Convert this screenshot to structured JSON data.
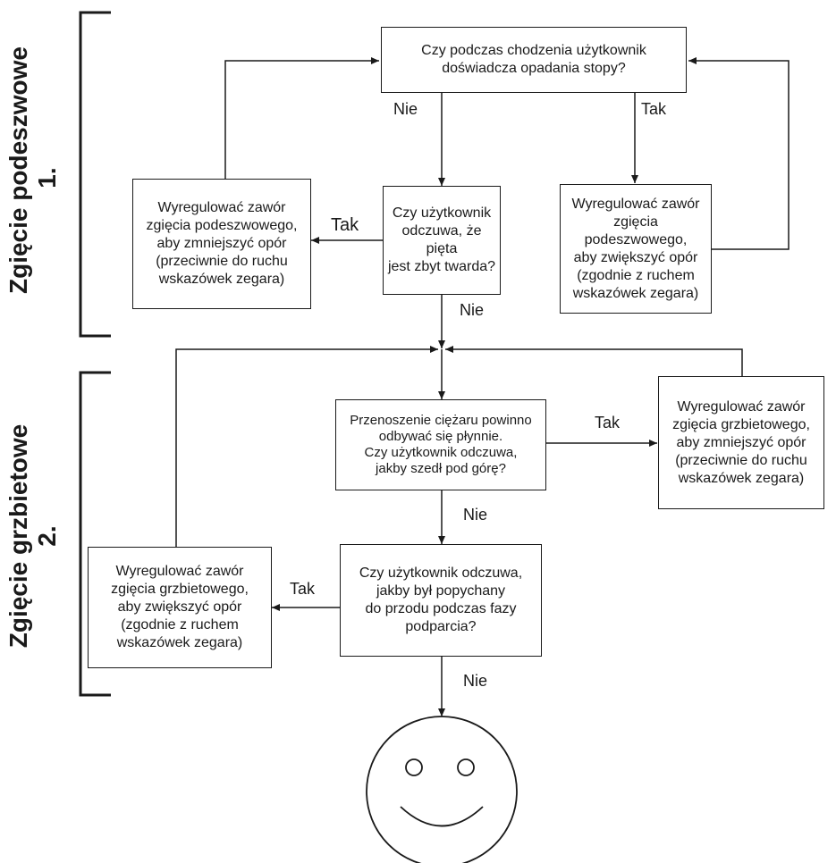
{
  "sections": [
    {
      "title": "Zgięcie podeszwowe",
      "number": "1."
    },
    {
      "title": "Zgięcie grzbietowe",
      "number": "2."
    }
  ],
  "boxes": {
    "q1": "Czy podczas chodzenia użytkownik\ndoświadcza opadania stopy?",
    "q2": "Czy użytkownik\nodczuwa, że pięta\njest zbyt twarda?",
    "a_left1": "Wyregulować zawór\nzgięcia podeszwowego,\naby zmniejszyć opór\n(przeciwnie do ruchu\nwskazówek zegara)",
    "a_right1": "Wyregulować zawór\nzgięcia podeszwowego,\naby zwiększyć opór\n(zgodnie z ruchem\nwskazówek zegara)",
    "q3": "Przenoszenie ciężaru powinno\nodbywać się płynnie.\nCzy użytkownik odczuwa,\njakby szedł pod górę?",
    "a_right2": "Wyregulować zawór\nzgięcia grzbietowego,\naby zmniejszyć opór\n(przeciwnie do ruchu\nwskazówek zegara)",
    "q4": "Czy użytkownik odczuwa,\njakby był popychany\ndo przodu podczas fazy\npodparcia?",
    "a_left2": "Wyregulować zawór\nzgięcia grzbietowego,\naby zwiększyć opór\n(zgodnie z ruchem\nwskazówek zegara)"
  },
  "labels": {
    "no1": "Nie",
    "yes1": "Tak",
    "yes2": "Tak",
    "no2": "Nie",
    "yes3": "Tak",
    "no3": "Nie",
    "yes4": "Tak",
    "no4": "Nie"
  },
  "icons": {
    "result": "smiley-face-icon"
  }
}
